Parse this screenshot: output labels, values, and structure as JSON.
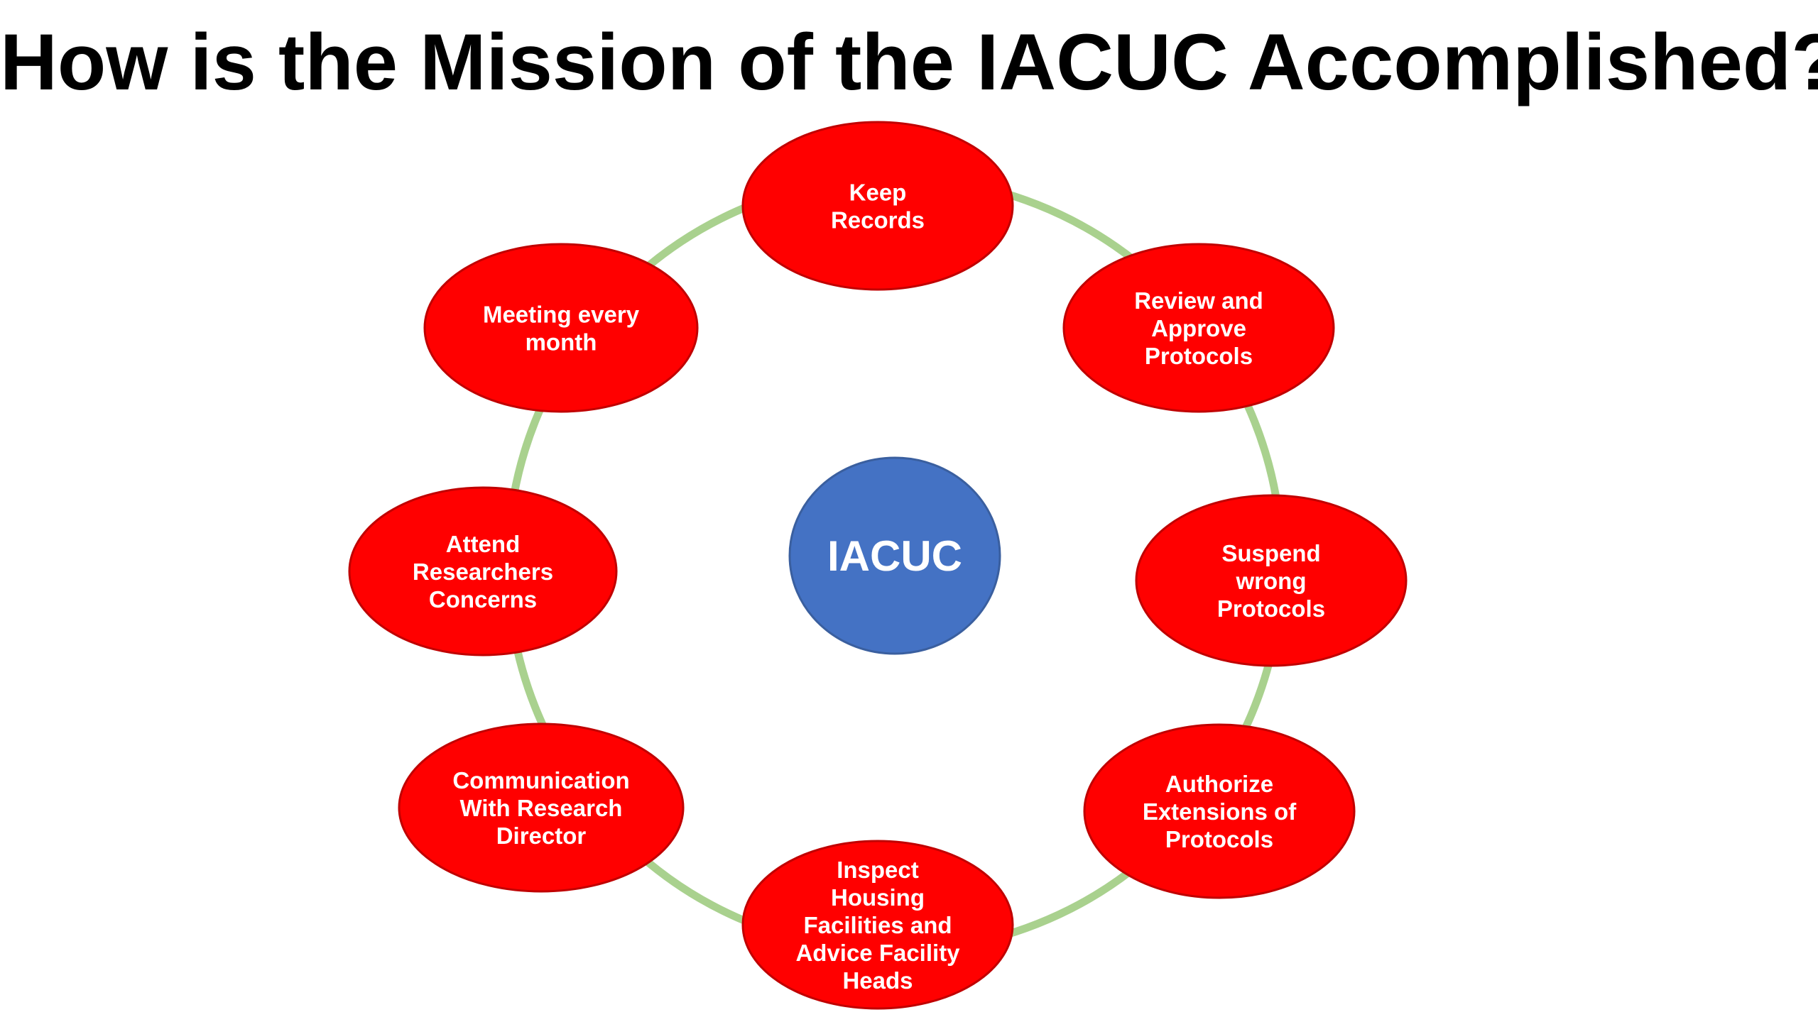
{
  "title": "How is the Mission of the IACUC Accomplished?",
  "center": {
    "label": "IACUC",
    "color": "#4472c4"
  },
  "ring_color": "#a9d18e",
  "node_color": "#ff0000",
  "node_text_color": "#ffffff",
  "nodes": [
    {
      "name": "keep-records",
      "lines": [
        "Keep",
        "Records"
      ]
    },
    {
      "name": "review-approve-protocols",
      "lines": [
        "Review and",
        "Approve",
        "Protocols"
      ]
    },
    {
      "name": "suspend-wrong-protocols",
      "lines": [
        "Suspend",
        "wrong",
        "Protocols"
      ]
    },
    {
      "name": "authorize-extensions",
      "lines": [
        "Authorize",
        "Extensions of",
        "Protocols"
      ]
    },
    {
      "name": "inspect-housing-facilities",
      "lines": [
        "Inspect",
        "Housing",
        "Facilities and",
        "Advice Facility",
        "Heads"
      ]
    },
    {
      "name": "communication-research-director",
      "lines": [
        "Communication",
        "With Research",
        "Director"
      ]
    },
    {
      "name": "attend-researchers-concerns",
      "lines": [
        "Attend",
        "Researchers",
        "Concerns"
      ]
    },
    {
      "name": "meeting-every-month",
      "lines": [
        "Meeting every",
        "month"
      ]
    }
  ]
}
